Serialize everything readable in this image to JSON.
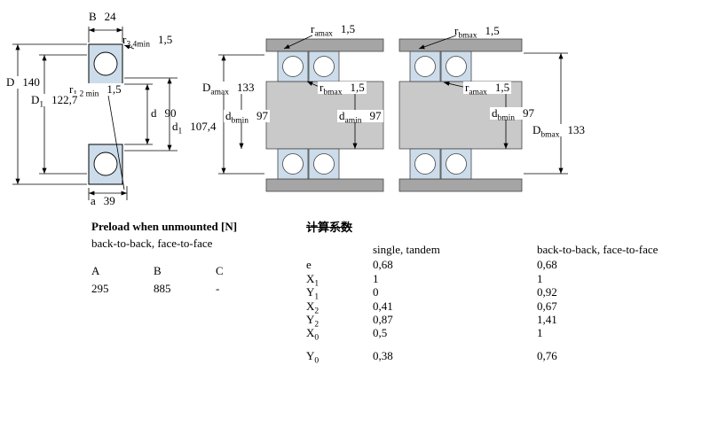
{
  "diag1": {
    "B": {
      "p": "B",
      "s": "",
      "v": "24"
    },
    "r34": {
      "p": "r",
      "s": "3,4min",
      "v": "1,5"
    },
    "D": {
      "p": "D",
      "s": "",
      "v": "140"
    },
    "r12": {
      "p": "r",
      "s": "1,2 min",
      "v": "1,5"
    },
    "D1": {
      "p": "D",
      "s": "1",
      "v": "122,7"
    },
    "d": {
      "p": "d",
      "s": "",
      "v": "90"
    },
    "d1": {
      "p": "d",
      "s": "1",
      "v": "107,4"
    },
    "a": {
      "p": "a",
      "s": "",
      "v": "39"
    }
  },
  "diag2": {
    "ramax": {
      "p": "r",
      "s": "amax",
      "v": "1,5"
    },
    "Damax": {
      "p": "D",
      "s": "amax",
      "v": "133"
    },
    "rbmax": {
      "p": "r",
      "s": "bmax",
      "v": "1,5"
    },
    "dbmin": {
      "p": "d",
      "s": "bmin",
      "v": "97"
    },
    "damin": {
      "p": "d",
      "s": "amin",
      "v": "97"
    }
  },
  "diag3": {
    "rbmax": {
      "p": "r",
      "s": "bmax",
      "v": "1,5"
    },
    "ramax": {
      "p": "r",
      "s": "amax",
      "v": "1,5"
    },
    "dbmin": {
      "p": "d",
      "s": "bmin",
      "v": "97"
    },
    "Dbmax": {
      "p": "D",
      "s": "bmax",
      "v": "133"
    }
  },
  "preload": {
    "title": "Preload when unmounted [N]",
    "subtitle": "back-to-back, face-to-face",
    "headers": [
      "A",
      "B",
      "C"
    ],
    "values": [
      "295",
      "885",
      "-"
    ]
  },
  "factors": {
    "title": "计算系数",
    "col1": "single, tandem",
    "col2": "back-to-back, face-to-face",
    "rows": [
      {
        "p": "e",
        "s": "",
        "v1": "0,68",
        "v2": "0,68"
      },
      {
        "p": "X",
        "s": "1",
        "v1": "1",
        "v2": "1"
      },
      {
        "p": "Y",
        "s": "1",
        "v1": "0",
        "v2": "0,92"
      },
      {
        "p": "X",
        "s": "2",
        "v1": "0,41",
        "v2": "0,67"
      },
      {
        "p": "Y",
        "s": "2",
        "v1": "0,87",
        "v2": "1,41"
      },
      {
        "p": "X",
        "s": "0",
        "v1": "0,5",
        "v2": "1"
      },
      {
        "p": "Y",
        "s": "0",
        "v1": "0,38",
        "v2": "0,76"
      }
    ]
  }
}
